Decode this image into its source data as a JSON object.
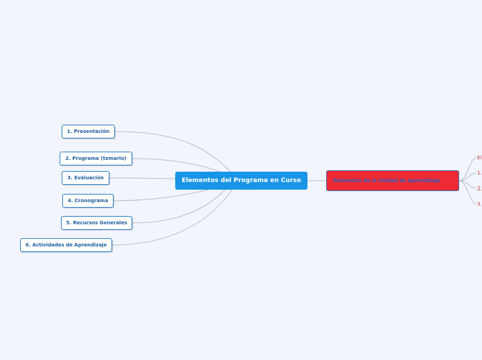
{
  "colors": {
    "background": "#f2f5fd",
    "central": "#1a95e6",
    "branch_border": "#2c7fc4",
    "branch_text": "#1e5f9e",
    "red_node": "#ee2a35",
    "connector": "#b8bcc7"
  },
  "central": {
    "label": "Elementos del Programa en Curso"
  },
  "branches": [
    {
      "label": "1. Presentación"
    },
    {
      "label": "2. Programa (temario)"
    },
    {
      "label": "3. Evaluación"
    },
    {
      "label": "4. Cronograma"
    },
    {
      "label": "5. Recursos Generales"
    },
    {
      "label": "6. Actividades de Aprendizaje"
    }
  ],
  "red_node": {
    "label": "Elementos de la Unidad de Aprendizaje"
  },
  "sub_items": [
    {
      "label": "El"
    },
    {
      "label": "1."
    },
    {
      "label": "2."
    },
    {
      "label": "3."
    }
  ]
}
